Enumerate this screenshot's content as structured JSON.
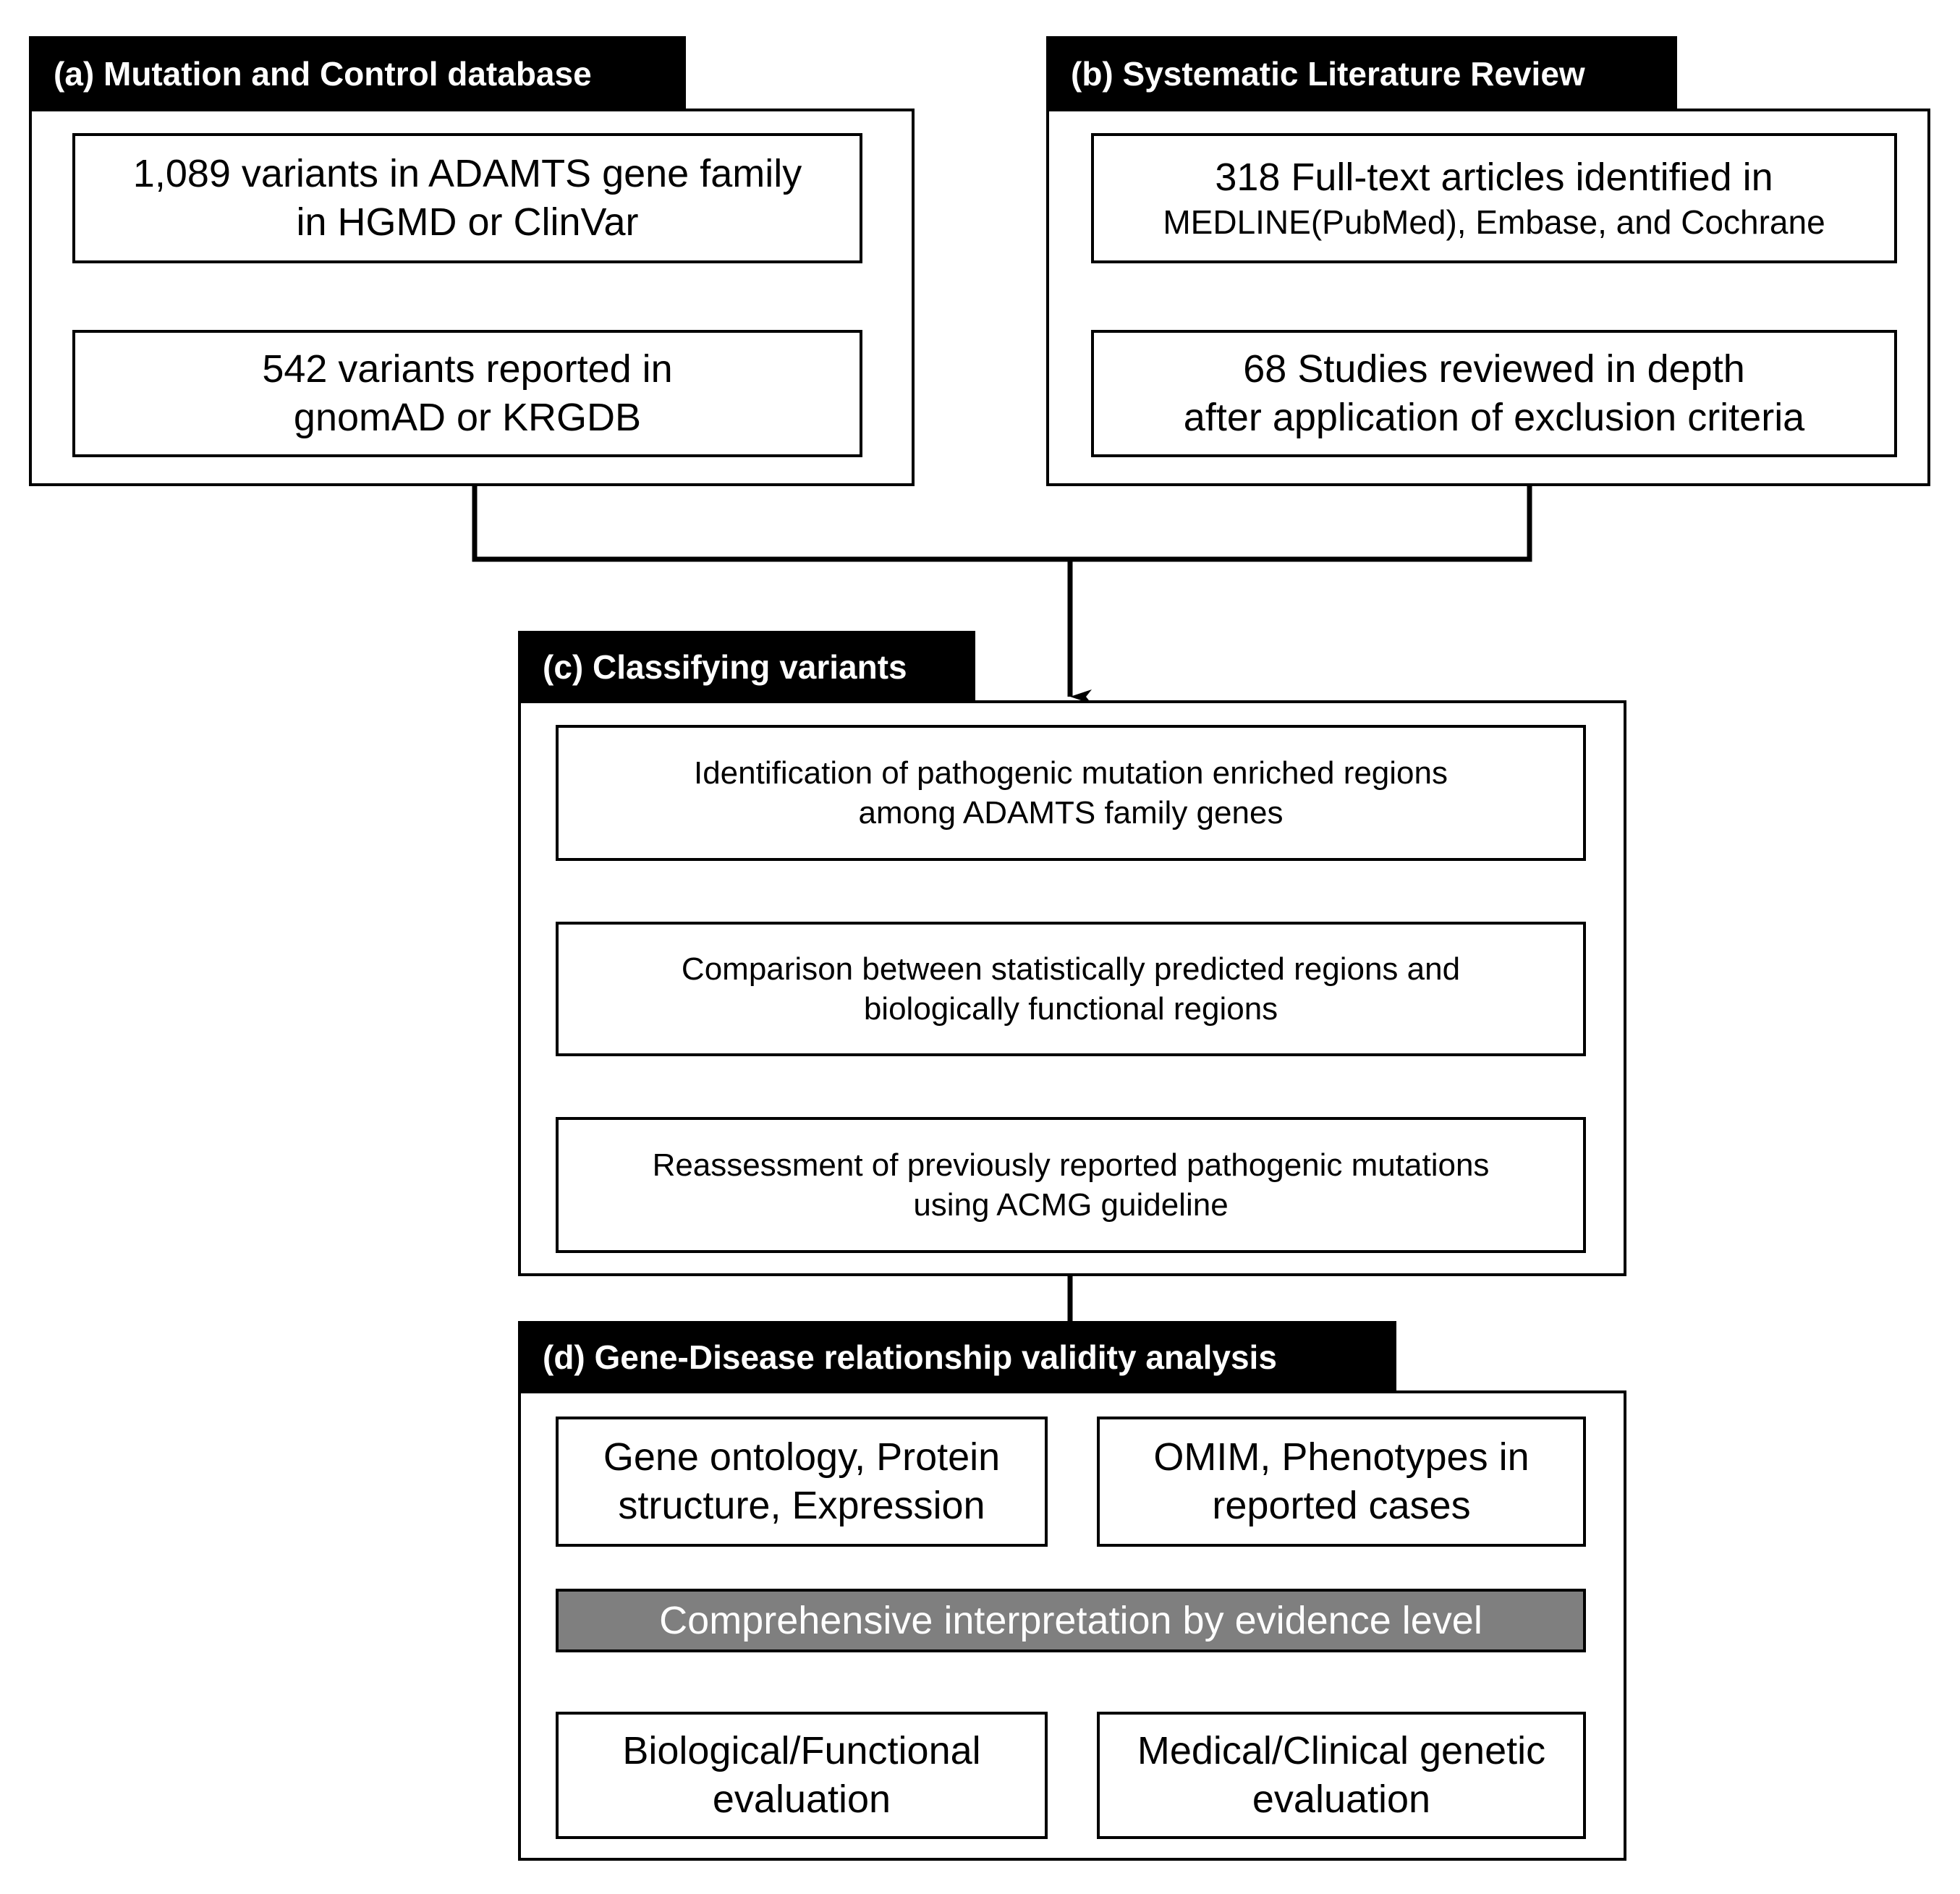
{
  "panels": {
    "a": {
      "title": "(a) Mutation and Control database",
      "box1": [
        "1,089 variants in ADAMTS gene family",
        "in HGMD or ClinVar"
      ],
      "box2": [
        "542 variants reported in",
        "gnomAD or KRGDB"
      ]
    },
    "b": {
      "title": "(b) Systematic Literature Review",
      "box1": [
        "318 Full-text articles identified in",
        "MEDLINE(PubMed), Embase, and Cochrane"
      ],
      "box2": [
        "68 Studies reviewed in depth",
        "after application of exclusion criteria"
      ]
    },
    "c": {
      "title": "(c) Classifying variants",
      "box1": [
        "Identification of pathogenic mutation enriched regions",
        "among ADAMTS family genes"
      ],
      "box2": [
        "Comparison between statistically predicted regions and",
        "biologically functional regions"
      ],
      "box3": [
        "Reassessment of previously reported pathogenic mutations",
        "using ACMG guideline"
      ]
    },
    "d": {
      "title": "(d) Gene-Disease relationship validity analysis",
      "left_top": [
        "Gene ontology, Protein",
        "structure, Expression"
      ],
      "right_top": [
        "OMIM, Phenotypes in",
        "reported cases"
      ],
      "bar": "Comprehensive interpretation by evidence level",
      "left_bottom": [
        "Biological/Functional",
        "evaluation"
      ],
      "right_bottom": [
        "Medical/Clinical genetic",
        "evaluation"
      ]
    }
  },
  "colors": {
    "line": "#000000",
    "tab_background": "#000000",
    "tab_text": "#ffffff",
    "bar_background": "#7f7f7f",
    "bar_text": "#ffffff"
  }
}
